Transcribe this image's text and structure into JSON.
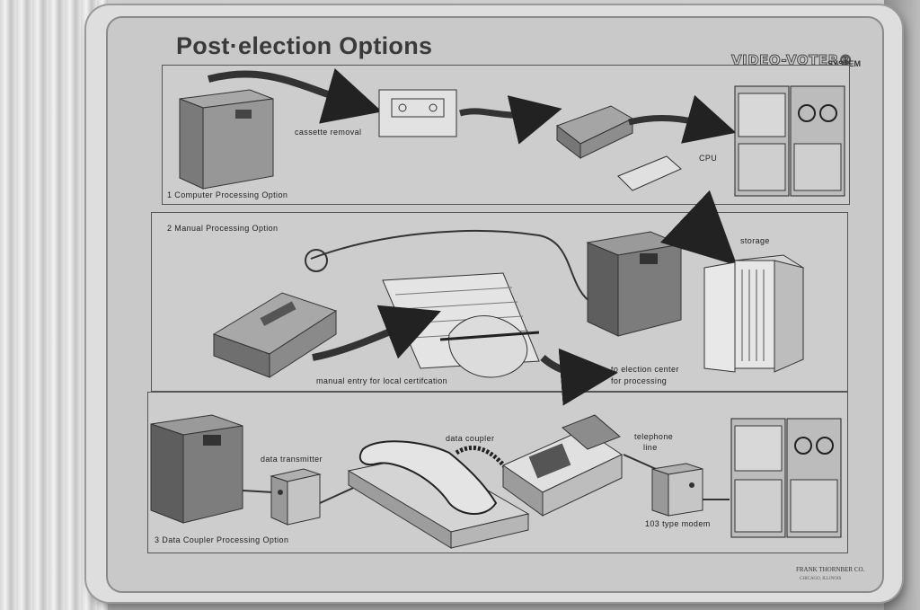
{
  "poster": {
    "title": "Post·election Options",
    "logo": "VIDEO-VOTER®",
    "logo_suffix": "SYSTEM",
    "credit": "FRANK THORNBER CO.",
    "credit_sub": "CHICAGO, ILLINOIS"
  },
  "panels": {
    "computer": {
      "caption": "1  Computer  Processing  Option",
      "labels": {
        "cassette": "cassette  removal",
        "cpu": "CPU"
      }
    },
    "manual": {
      "caption": "2  Manual  Processing  Option",
      "labels": {
        "storage": "storage",
        "entry": "manual  entry  for  local  certifcation",
        "election_center": "to  election  center",
        "processing": "for  processing"
      }
    },
    "coupler": {
      "caption": "3  Data  Coupler  Processing  Option",
      "labels": {
        "transmitter": "data  transmitter",
        "coupler": "data  coupler",
        "telephone": "telephone",
        "line": "line",
        "modem": "103  type  modem"
      }
    }
  },
  "colors": {
    "board": "#c9c9c9",
    "ink": "#222222",
    "device": "#8c8c8c"
  }
}
